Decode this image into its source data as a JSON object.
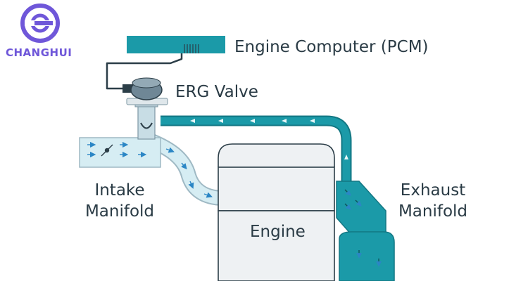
{
  "brand": {
    "name": "CHANGHUI",
    "color": "#6f57d9"
  },
  "labels": {
    "pcm": "Engine Computer (PCM)",
    "erg_valve": "ERG Valve",
    "intake_line1": "Intake",
    "intake_line2": "Manifold",
    "exhaust_line1": "Exhaust",
    "exhaust_line2": "Manifold",
    "engine": "Engine"
  },
  "colors": {
    "teal": "#1b9aa8",
    "teal_dark": "#127783",
    "pipe_light": "#d6edf3",
    "engine_fill": "#eef1f3",
    "engine_stroke": "#2c3e48",
    "text": "#2a3b45",
    "arrow": "#2b86c5"
  },
  "icons": [
    "logo-ring-icon",
    "throttle-valve-icon",
    "flow-arrow-icon"
  ]
}
